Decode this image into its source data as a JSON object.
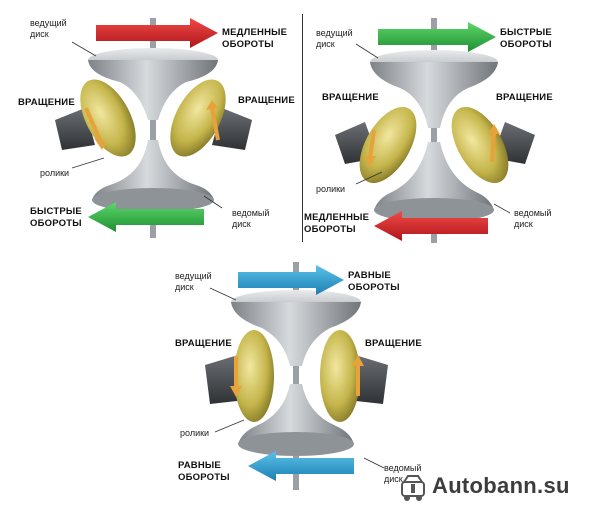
{
  "colors": {
    "red": "#d3202a",
    "green": "#2fb548",
    "blue": "#2a9ad0",
    "disk": "#9ea3a8",
    "roller": "#c4b54a"
  },
  "panel_1": {
    "leading_disk": "ведущий\nдиск",
    "top_speed": "МЕДЛЕННЫЕ\nОБОРОТЫ",
    "rotation_left": "ВРАЩЕНИЕ",
    "rotation_right": "ВРАЩЕНИЕ",
    "rollers": "ролики",
    "bottom_speed": "БЫСТРЫЕ\nОБОРОТЫ",
    "driven_disk": "ведомый\nдиск"
  },
  "panel_2": {
    "leading_disk": "ведущий\nдиск",
    "top_speed": "БЫСТРЫЕ\nОБОРОТЫ",
    "rotation_left": "ВРАЩЕНИЕ",
    "rotation_right": "ВРАЩЕНИЕ",
    "rollers": "ролики",
    "bottom_speed": "МЕДЛЕННЫЕ\nОБОРОТЫ",
    "driven_disk": "ведомый\nдиск"
  },
  "panel_3": {
    "leading_disk": "ведущий\nдиск",
    "top_speed": "РАВНЫЕ\nОБОРОТЫ",
    "rotation_left": "ВРАЩЕНИЕ",
    "rotation_right": "ВРАЩЕНИЕ",
    "rollers": "ролики",
    "bottom_speed": "РАВНЫЕ\nОБОРОТЫ",
    "driven_disk": "ведомый\nдиск"
  },
  "watermark": {
    "text": "Autobann.su",
    "icon": "car-service-logo-icon"
  }
}
